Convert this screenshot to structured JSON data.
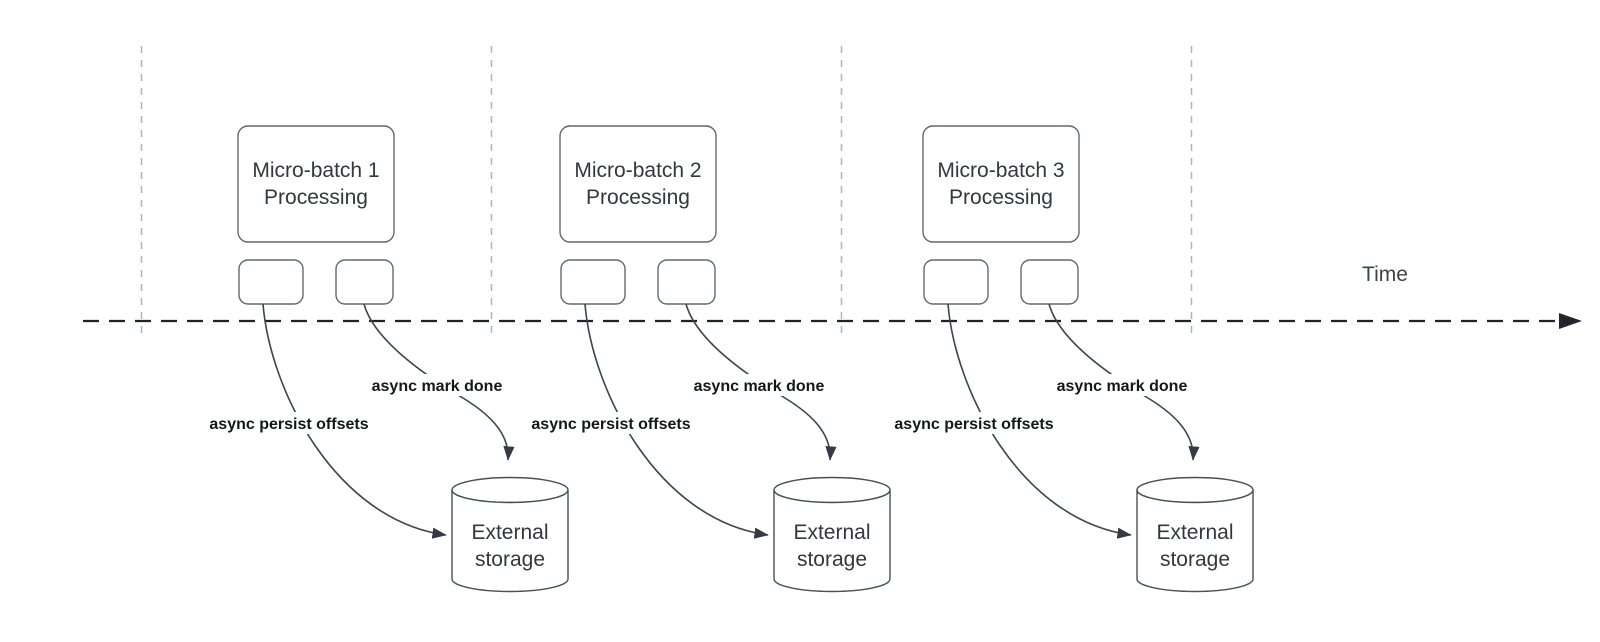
{
  "diagram": {
    "time_label": "Time",
    "colors": {
      "background": "#ffffff",
      "shape_stroke": "#63686f",
      "curve_stroke": "#3e454e",
      "timeline_stroke": "#1e2227",
      "gridline_stroke": "#b0b3b7",
      "node_text": "#33383e",
      "edge_label_text": "#14171b"
    },
    "groups": [
      {
        "title_line1": "Micro-batch 1",
        "title_line2": "Processing",
        "persist_label": "async persist offsets",
        "done_label": "async mark done",
        "storage_line1": "External",
        "storage_line2": "storage"
      },
      {
        "title_line1": "Micro-batch 2",
        "title_line2": "Processing",
        "persist_label": "async persist offsets",
        "done_label": "async mark done",
        "storage_line1": "External",
        "storage_line2": "storage"
      },
      {
        "title_line1": "Micro-batch 3",
        "title_line2": "Processing",
        "persist_label": "async persist offsets",
        "done_label": "async mark done",
        "storage_line1": "External",
        "storage_line2": "storage"
      }
    ]
  }
}
